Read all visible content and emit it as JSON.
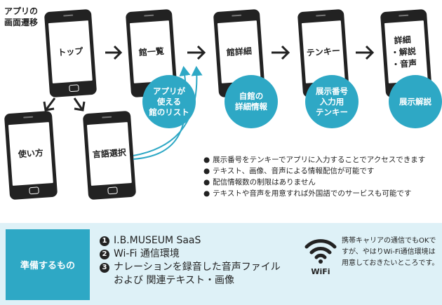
{
  "title": {
    "line1": "アプリの",
    "line2": "画面遷移"
  },
  "phones": {
    "top": "トップ",
    "list": "館一覧",
    "detail": "館詳細",
    "tenkey": "テンキー",
    "final_line1": "詳細",
    "final_line2": "・解説",
    "final_line3": "・音声",
    "howto": "使い方",
    "language": "言語選択"
  },
  "badges": {
    "list_line1": "アプリが",
    "list_line2": "使える",
    "list_line3": "館のリスト",
    "detail_line1": "自館の",
    "detail_line2": "詳細情報",
    "tenkey_line1": "展示番号",
    "tenkey_line2": "入力用",
    "tenkey_line3": "テンキー",
    "final": "展示解説"
  },
  "bullets": [
    "展示番号をテンキーでアプリに入力することでアクセスできます",
    "テキスト、画像、音声による情報配信が可能です",
    "配信情報数の制限はありません",
    "テキストや音声を用意すれば外国語でのサービスも可能です"
  ],
  "preparation": {
    "label": "準備するもの",
    "items": [
      {
        "num": "1",
        "line1": "I.B.MUSEUM SaaS"
      },
      {
        "num": "2",
        "line1": "Wi-Fi 通信環境"
      },
      {
        "num": "3",
        "line1": "ナレーションを録音した音声ファイル",
        "line2": "および 関連テキスト・画像"
      }
    ]
  },
  "wifi": {
    "icon": "wifi-icon",
    "label": "WiFi",
    "note": "携帯キャリアの通信でもOKですが、やはりWi-Fi通信環境は用意しておきたいところです。"
  },
  "colors": {
    "teal": "#2ea8c5",
    "panel": "#def1f7",
    "dark": "#222222"
  }
}
